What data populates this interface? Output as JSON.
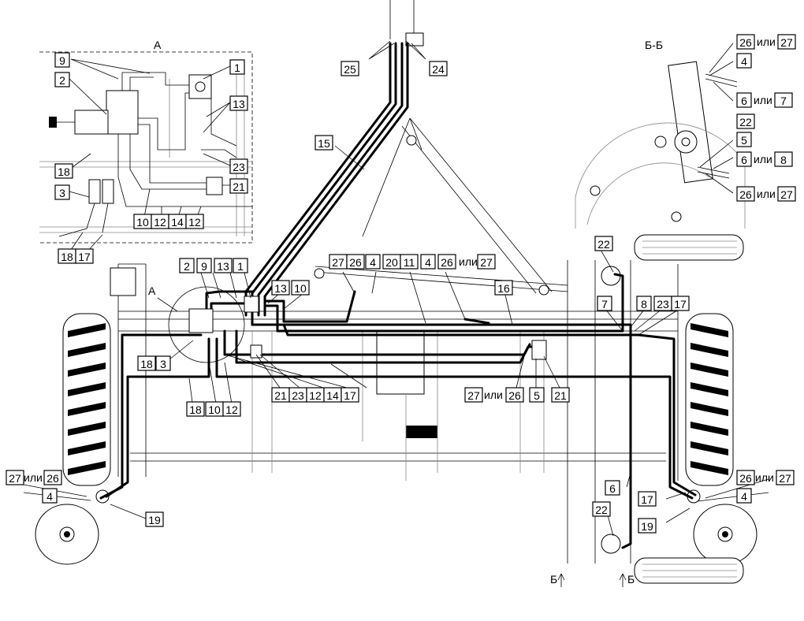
{
  "views": {
    "detail_a_title": "А",
    "section_title": "Б-Б",
    "main_view_marker": "А",
    "section_mark_left": "Б",
    "section_mark_right": "Б"
  },
  "callouts_detail_a": [
    {
      "id": "9"
    },
    {
      "id": "2"
    },
    {
      "id": "1"
    },
    {
      "id": "13"
    },
    {
      "id": "15"
    },
    {
      "id": "18"
    },
    {
      "id": "3"
    },
    {
      "id": "23"
    },
    {
      "id": "21"
    },
    {
      "id": "10"
    },
    {
      "id": "12"
    },
    {
      "id": "14"
    },
    {
      "id": "12"
    },
    {
      "id": "18"
    },
    {
      "id": "17"
    }
  ],
  "callouts_section": {
    "or_word": "или",
    "items": [
      {
        "a": "26",
        "b": "27"
      },
      {
        "a": "4"
      },
      {
        "a": "6",
        "b": "7"
      },
      {
        "a": "22"
      },
      {
        "a": "5"
      },
      {
        "a": "6",
        "b": "8"
      },
      {
        "a": "26",
        "b": "27"
      }
    ]
  },
  "callouts_top": [
    {
      "id": "25"
    },
    {
      "id": "24"
    }
  ],
  "callouts_main": [
    {
      "id": "2"
    },
    {
      "id": "9"
    },
    {
      "id": "13"
    },
    {
      "id": "1"
    },
    {
      "id": "27"
    },
    {
      "id": "26"
    },
    {
      "id": "4"
    },
    {
      "id": "20"
    },
    {
      "id": "11"
    },
    {
      "id": "4"
    },
    {
      "id": "26"
    },
    {
      "id": "27"
    },
    {
      "id": "13"
    },
    {
      "id": "10"
    },
    {
      "id": "16"
    },
    {
      "id": "22"
    },
    {
      "id": "7"
    },
    {
      "id": "8"
    },
    {
      "id": "23"
    },
    {
      "id": "17"
    },
    {
      "id": "18"
    },
    {
      "id": "3"
    },
    {
      "id": "21"
    },
    {
      "id": "23"
    },
    {
      "id": "12"
    },
    {
      "id": "14"
    },
    {
      "id": "17"
    },
    {
      "id": "27"
    },
    {
      "id": "26"
    },
    {
      "id": "5"
    },
    {
      "id": "21"
    },
    {
      "id": "18"
    },
    {
      "id": "10"
    },
    {
      "id": "12"
    },
    {
      "id": "27"
    },
    {
      "id": "26"
    },
    {
      "id": "4"
    },
    {
      "id": "19"
    },
    {
      "id": "6"
    },
    {
      "id": "17"
    },
    {
      "id": "22"
    },
    {
      "id": "19"
    },
    {
      "id": "26"
    },
    {
      "id": "27"
    },
    {
      "id": "4"
    }
  ],
  "or_word": "или"
}
